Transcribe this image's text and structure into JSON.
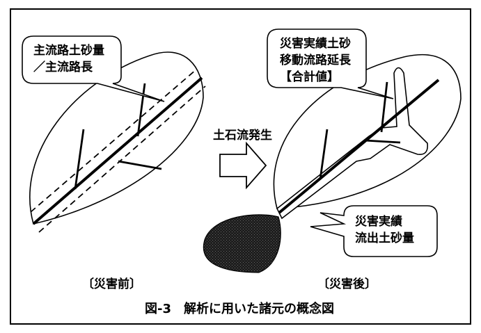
{
  "diagram": {
    "callout_before": [
      "主流路土砂量",
      "／主流路長"
    ],
    "callout_after_top": [
      "災害実績土砂",
      "移動流路延長",
      "【合計値】"
    ],
    "callout_after_bottom": [
      "災害実績",
      "流出土砂量"
    ],
    "arrow_label": "土石流発生",
    "label_before": "〔災害前〕",
    "label_after": "〔災害後〕",
    "caption": "図-3　解析に用いた諸元の概念図"
  },
  "colors": {
    "line": "#000000",
    "background": "#ffffff",
    "sediment_fill": "#2b2b2b"
  }
}
